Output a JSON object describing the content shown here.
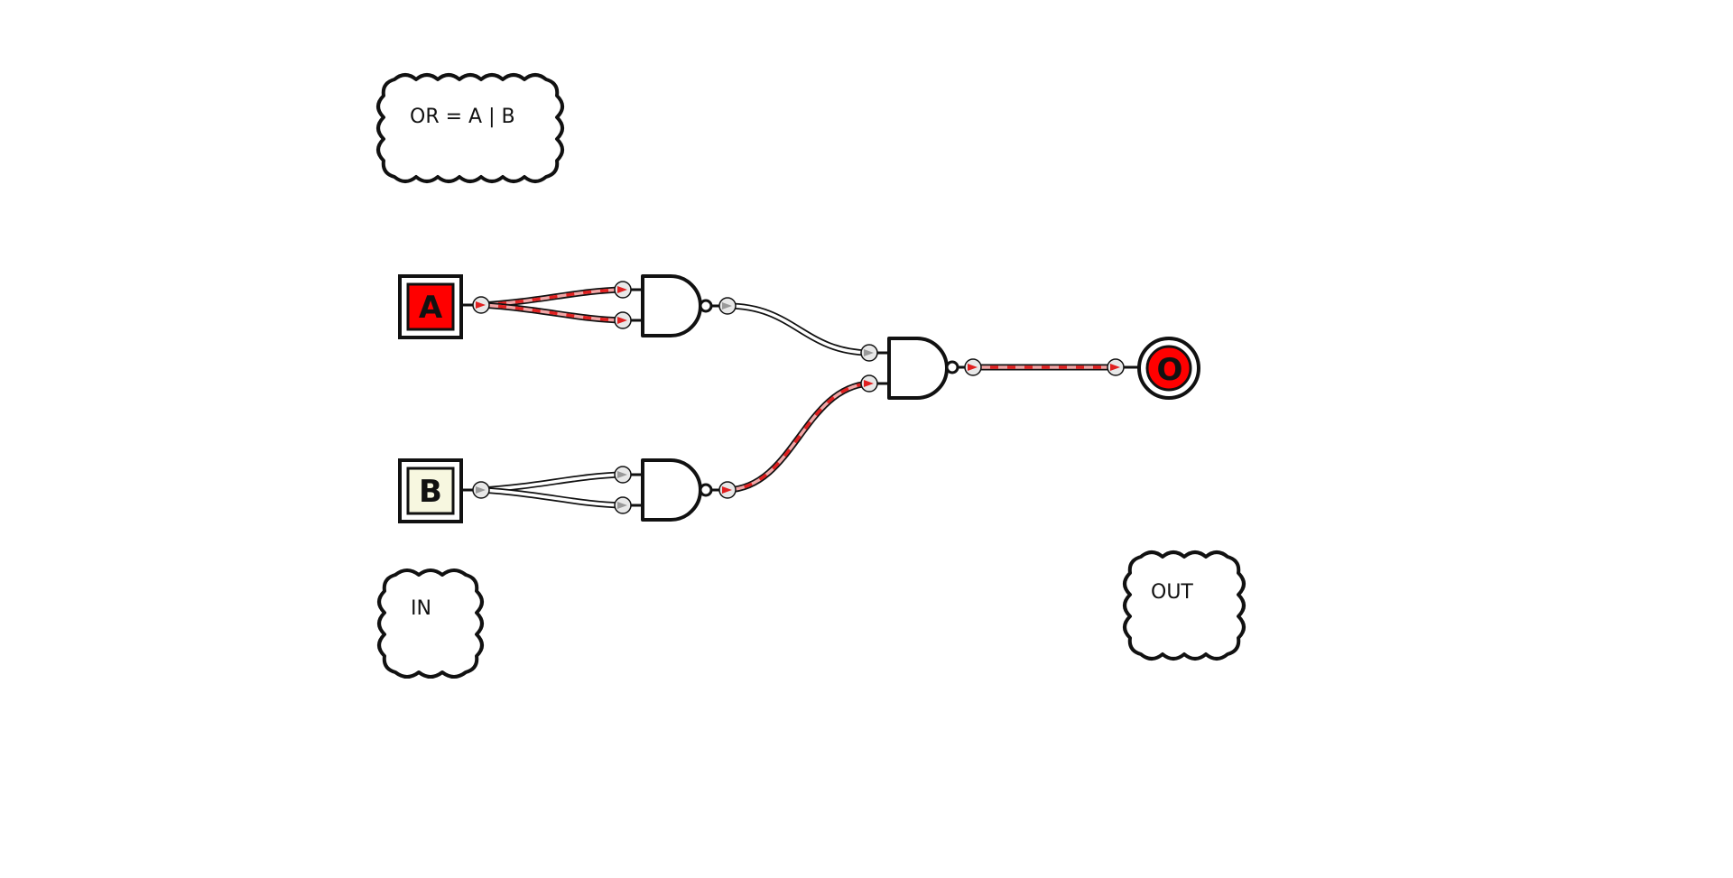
{
  "notes": {
    "formula": "OR = A | B",
    "inputs": "IN",
    "outputs": "OUT"
  },
  "inputs": [
    {
      "label": "A",
      "state": "on"
    },
    {
      "label": "B",
      "state": "off"
    }
  ],
  "output": {
    "label": "O",
    "state": "on"
  },
  "gates": [
    {
      "type": "NAND",
      "inputs_from": [
        "A",
        "A"
      ],
      "state": "off"
    },
    {
      "type": "NAND",
      "inputs_from": [
        "B",
        "B"
      ],
      "state": "on"
    },
    {
      "type": "NAND",
      "inputs_from": [
        "gate-1",
        "gate-2"
      ],
      "state": "on"
    }
  ],
  "colors": {
    "on": "#ff0000",
    "off": "#f7f7e0",
    "wire_on": "#e02020",
    "outline": "#111111"
  }
}
